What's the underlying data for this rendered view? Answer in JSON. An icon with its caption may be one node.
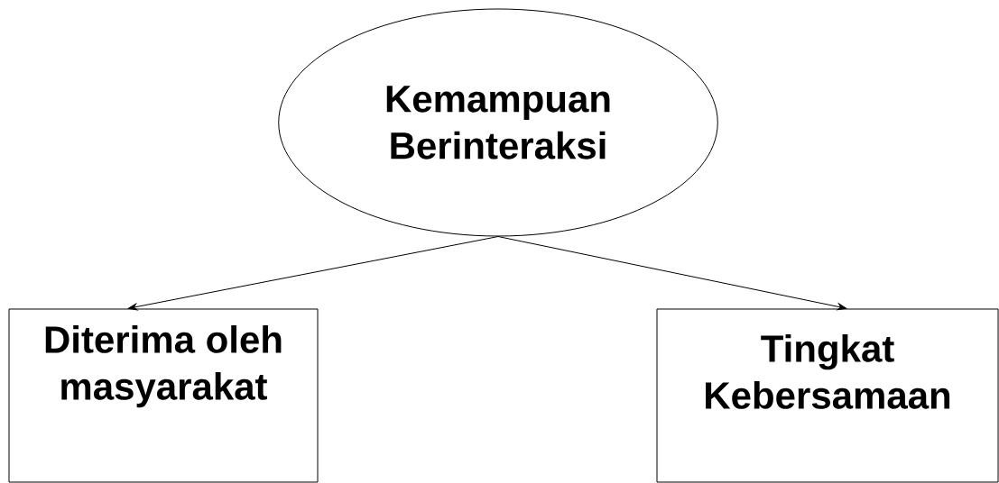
{
  "diagram": {
    "nodes": [
      {
        "text": [
          "Kemampuan Berinteraksi"
        ]
      },
      {
        "text": [
          "Diterima oleh masyarakat"
        ]
      },
      {
        "text": [
          "Tingkat Kebersamaan"
        ]
      }
    ],
    "edges": [
      {
        "from": 0,
        "to": 1,
        "arrow": "to"
      },
      {
        "from": 0,
        "to": 2,
        "arrow": "to"
      }
    ]
  }
}
